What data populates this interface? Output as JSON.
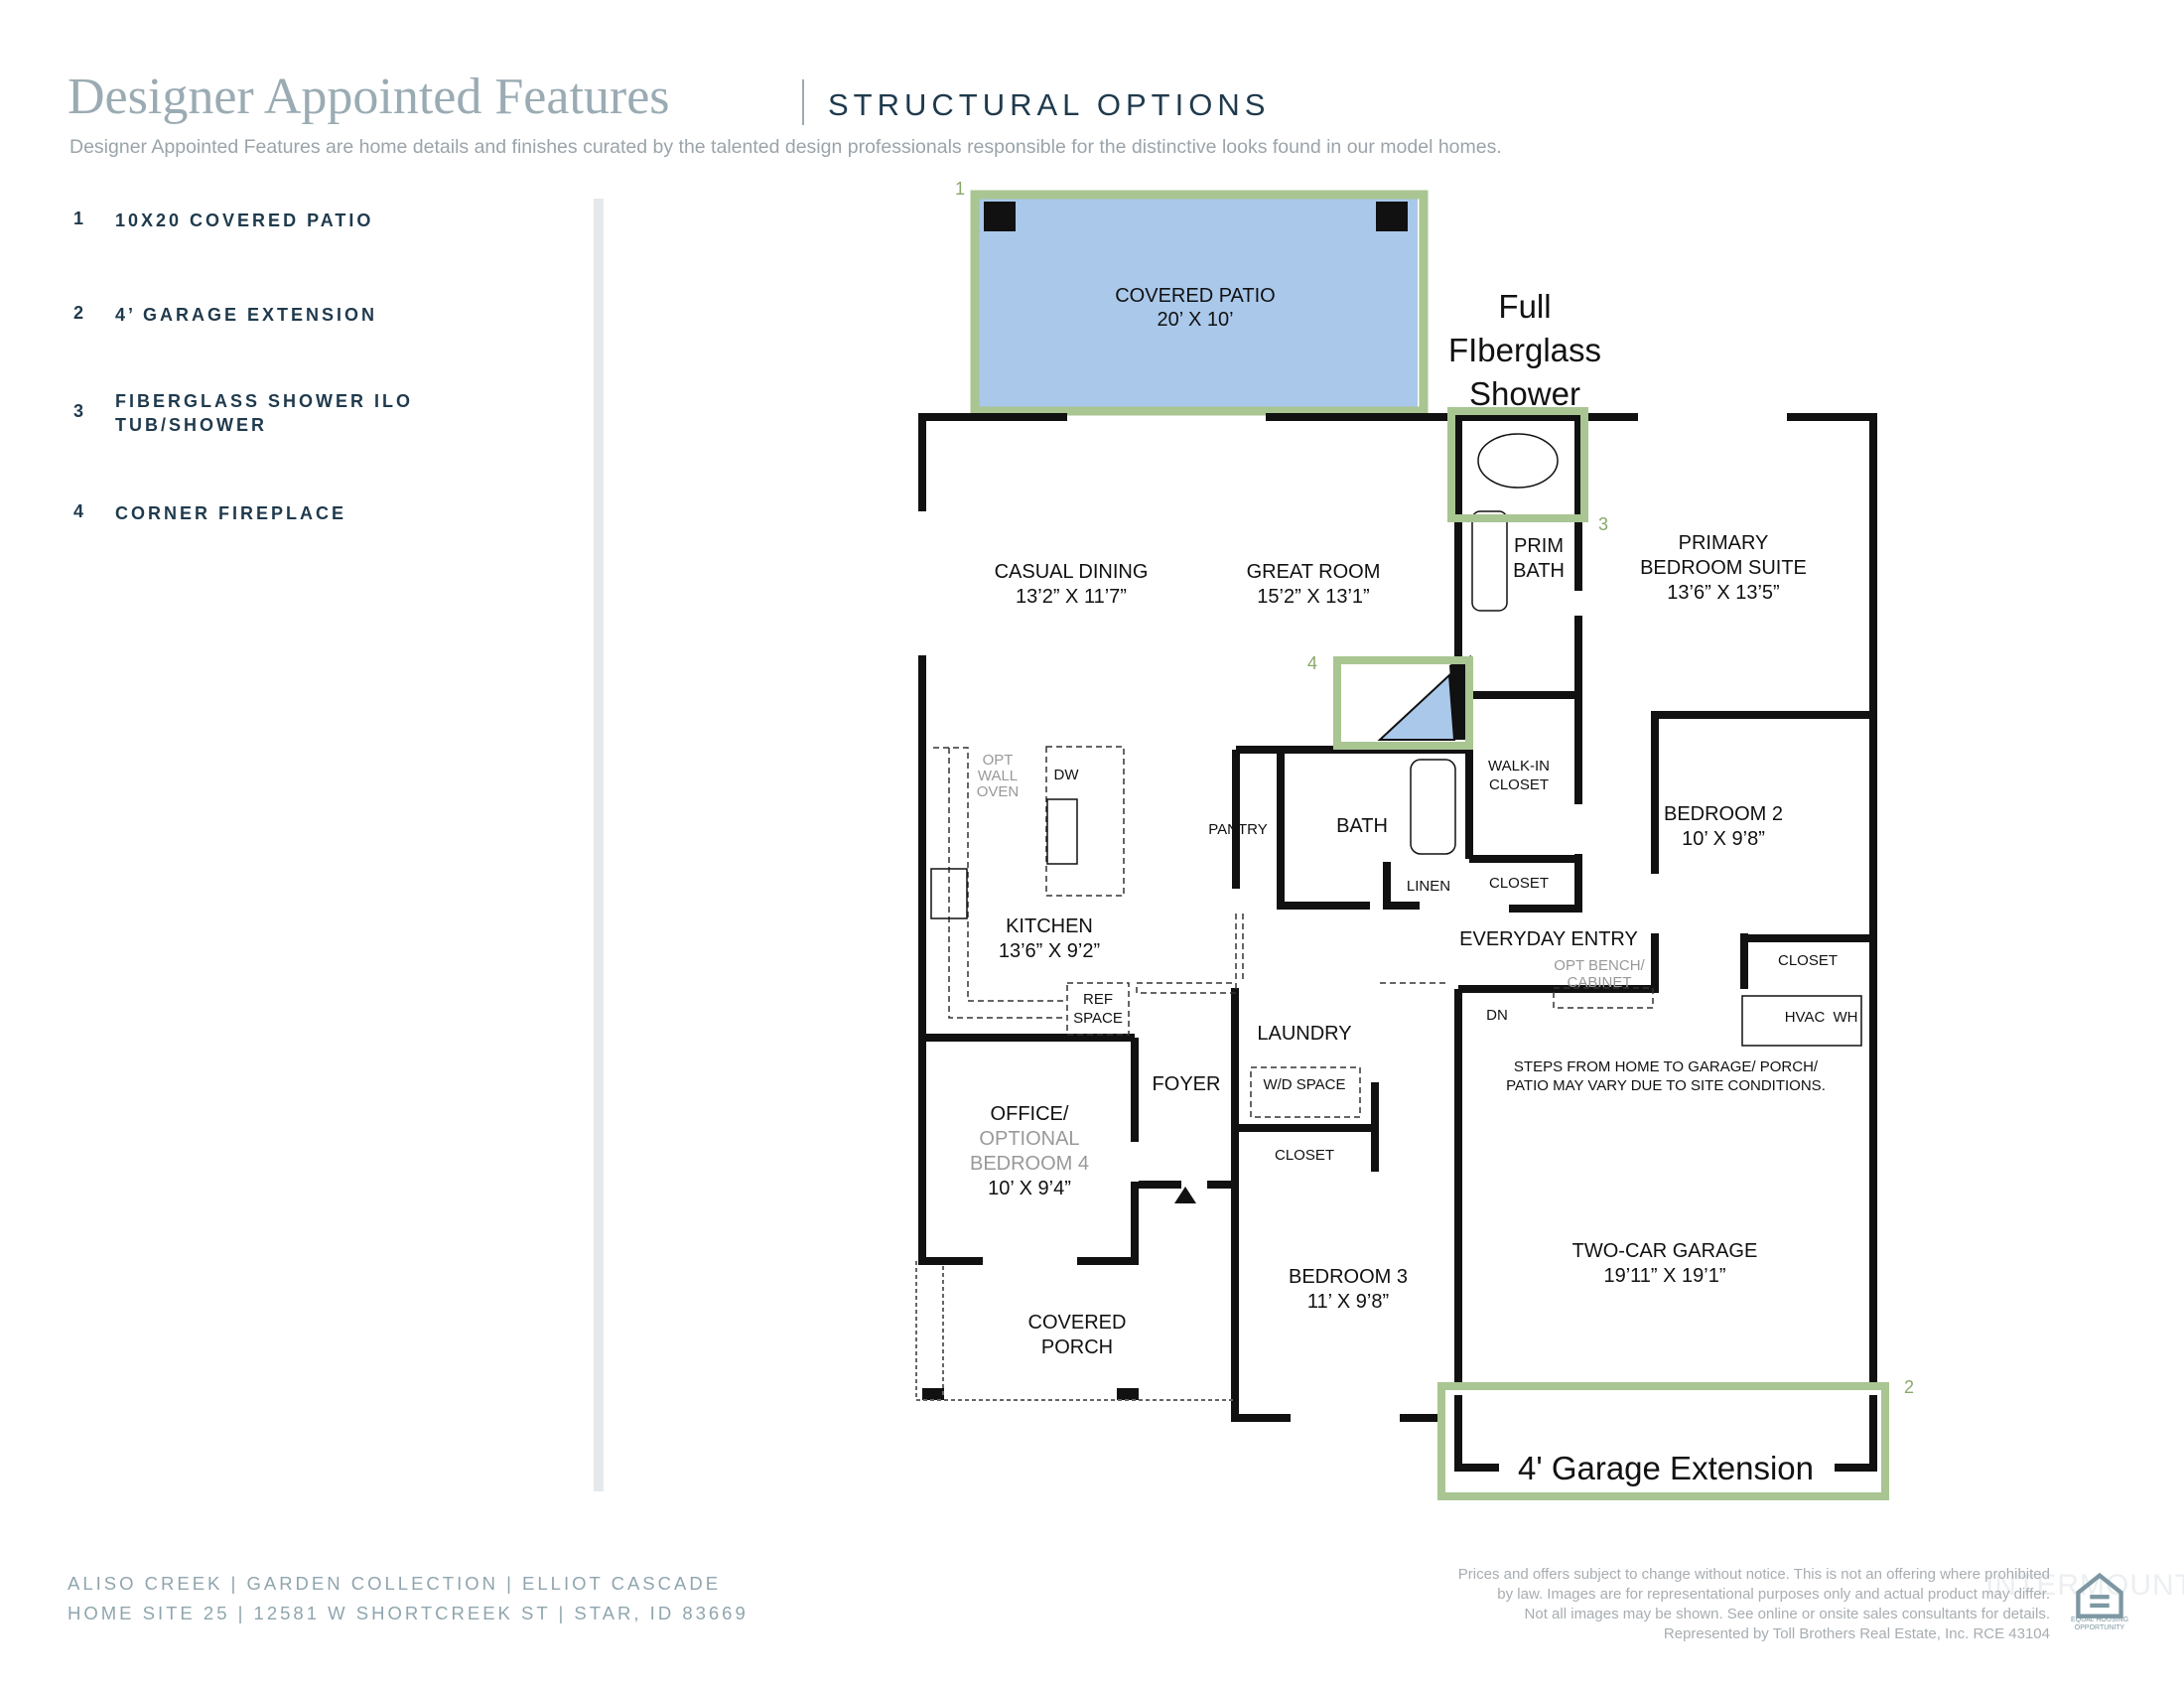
{
  "header": {
    "title": "Designer Appointed Features",
    "subtitle": "STRUCTURAL OPTIONS",
    "description": "Designer Appointed Features are home details and finishes curated by the talented design professionals responsible for the distinctive looks found in our model homes."
  },
  "options": [
    {
      "num": "1",
      "label": "10X20 COVERED PATIO"
    },
    {
      "num": "2",
      "label": "4’ GARAGE EXTENSION"
    },
    {
      "num": "3",
      "label": "FIBERGLASS SHOWER ILO TUB/SHOWER"
    },
    {
      "num": "4",
      "label": "CORNER FIREPLACE"
    }
  ],
  "plan": {
    "covered_patio": {
      "name": "COVERED PATIO",
      "size": "20’ X 10’"
    },
    "shower_callout": [
      "Full",
      "FIberglass",
      "Shower"
    ],
    "garage_ext_callout": "4' Garage Extension",
    "markers": [
      "1",
      "2",
      "3",
      "4"
    ],
    "rooms": {
      "casual_dining": {
        "name": "CASUAL DINING",
        "size": "13’2” X 11’7”"
      },
      "great_room": {
        "name": "GREAT ROOM",
        "size": "15’2” X 13’1”"
      },
      "prim_bath": {
        "name": "PRIM",
        "name2": "BATH"
      },
      "primary_suite": {
        "name": "PRIMARY",
        "name2": "BEDROOM SUITE",
        "size": "13’6” X 13’5”"
      },
      "walk_in": {
        "name": "WALK-IN",
        "name2": "CLOSET"
      },
      "bedroom2": {
        "name": "BEDROOM 2",
        "size": "10’ X 9’8”"
      },
      "pantry": "PANTRY",
      "bath": "BATH",
      "linen": "LINEN",
      "closet": "CLOSET",
      "opt_wall_oven": [
        "OPT",
        "WALL",
        "OVEN"
      ],
      "dw": "DW",
      "kitchen": {
        "name": "KITCHEN",
        "size": "13’6” X 9’2”"
      },
      "ref_space": [
        "REF",
        "SPACE"
      ],
      "everyday_entry": "EVERYDAY ENTRY",
      "opt_bench": [
        "OPT BENCH/",
        "CABINET"
      ],
      "closet_b2": "CLOSET",
      "hvac": "HVAC",
      "wh": "WH",
      "dn": "DN",
      "laundry": "LAUNDRY",
      "wd": "W/D SPACE",
      "foyer": "FOYER",
      "office": {
        "name": "OFFICE/",
        "alt": "OPTIONAL",
        "alt2": "BEDROOM 4",
        "size": "10’ X 9’4”"
      },
      "closet_b3": "CLOSET",
      "steps_note": [
        "STEPS FROM HOME TO GARAGE/ PORCH/",
        "PATIO MAY VARY DUE TO SITE CONDITIONS."
      ],
      "bedroom3": {
        "name": "BEDROOM 3",
        "size": "11’ X 9’8”"
      },
      "garage": {
        "name": "TWO-CAR GARAGE",
        "size": "19’11” X 19’1”"
      },
      "covered_porch": {
        "name": "COVERED",
        "name2": "PORCH"
      }
    }
  },
  "footer": {
    "line1": "ALISO CREEK  |  GARDEN COLLECTION  |  ELLIOT CASCADE",
    "line2": "HOME SITE 25  |  12581 W SHORTCREEK ST  |  STAR, ID 83669",
    "disclaimer": [
      "Prices and offers subject to change without notice. This is not an offering where prohibited",
      "by law. Images are for representational purposes only and actual product may differ.",
      "Not all images may be shown. See online or onsite sales consultants for details.",
      "Represented by Toll Brothers Real Estate, Inc. RCE 43104"
    ],
    "brand": "INTERMOUNTAIN",
    "eho": "EQUAL HOUSING OPPORTUNITY"
  },
  "colors": {
    "title": "#9aabb3",
    "navy": "#1f3a4d",
    "highlight": "#a9c592",
    "patio_fill": "#a9c8ea",
    "wall": "#111111"
  }
}
